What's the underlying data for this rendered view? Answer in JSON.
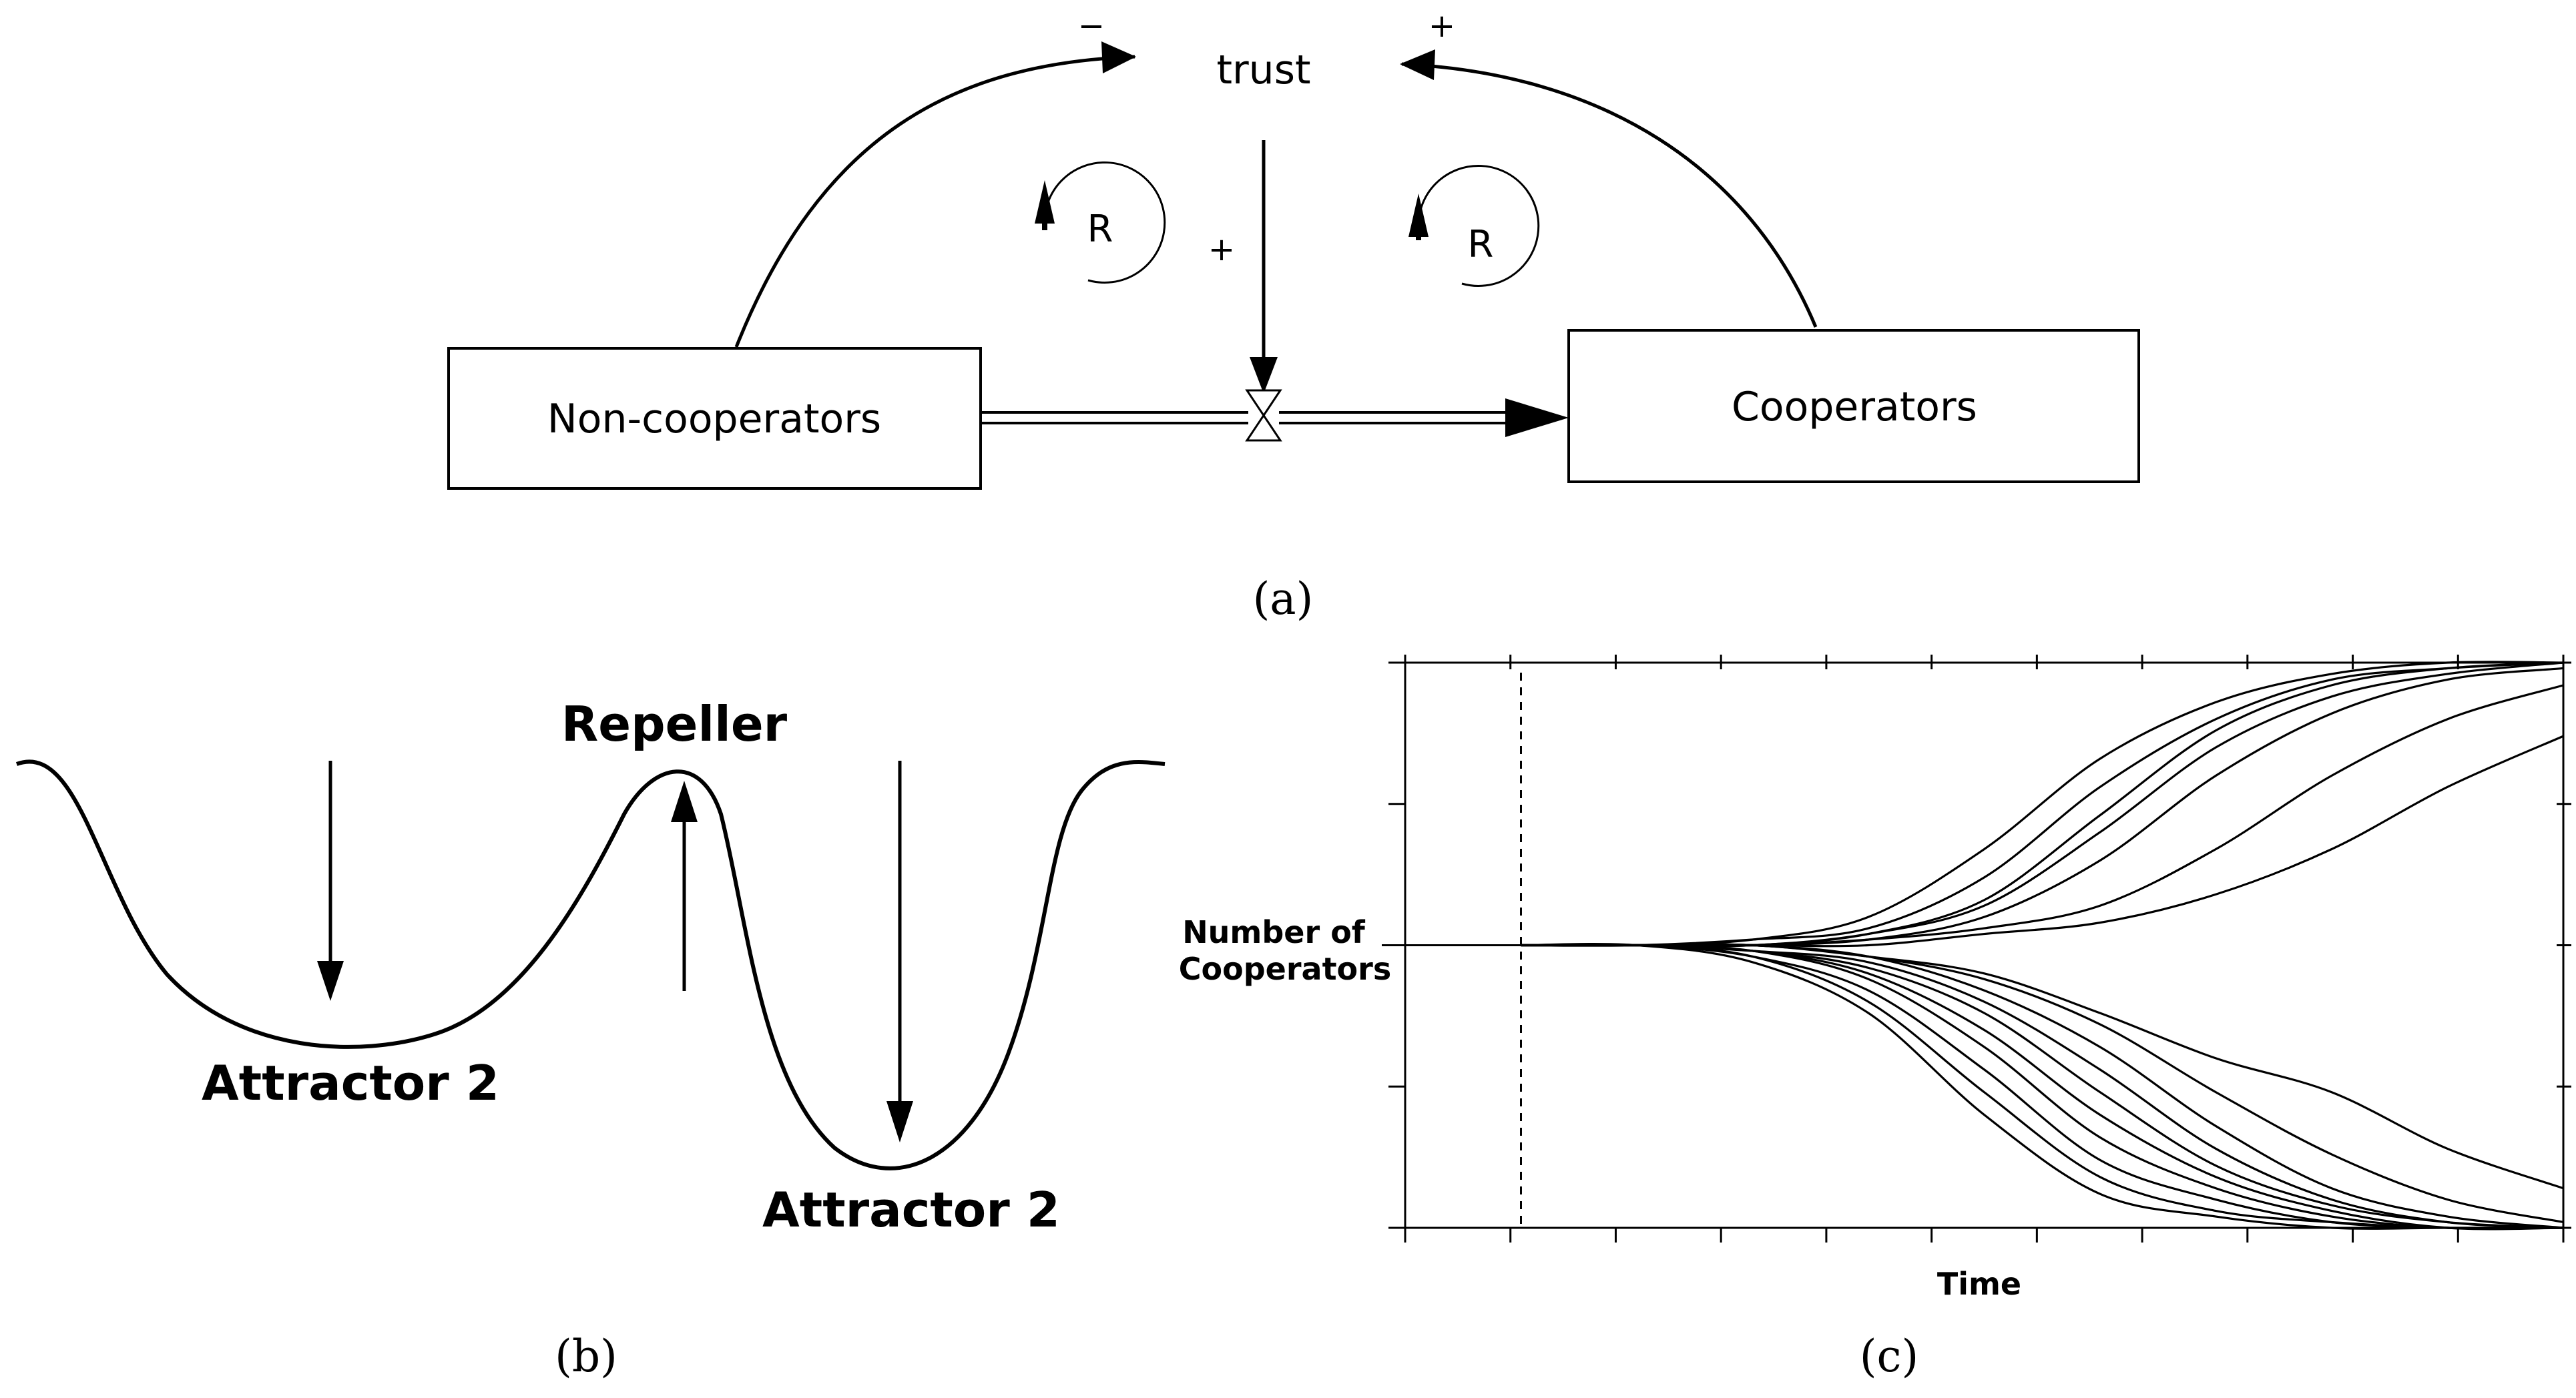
{
  "panel_a": {
    "stock_left": "Non-cooperators",
    "stock_right": "Cooperators",
    "aux_variable": "trust",
    "loop_label_left": "R",
    "loop_label_right": "R",
    "sign_left_link": "−",
    "sign_right_link": "+",
    "sign_flow_link": "+",
    "caption": "(a)"
  },
  "panel_b": {
    "peak_label": "Repeller",
    "left_valley_label": "Attractor 2",
    "right_valley_label": "Attractor 2",
    "caption": "(b)"
  },
  "panel_c": {
    "ylabel_line1": "Number of",
    "ylabel_line2": "Cooperators",
    "xlabel": "Time",
    "caption": "(c)"
  },
  "chart_data": {
    "type": "line",
    "xlabel": "Time",
    "ylabel": "Number of Cooperators",
    "xlim": [
      0,
      100
    ],
    "ylim": [
      0,
      100
    ],
    "grid": false,
    "dashed_vertical_line_x": 10,
    "initial_value": 50,
    "series": [
      {
        "x": [
          10,
          20,
          30,
          40,
          50,
          60,
          70,
          80,
          90,
          100
        ],
        "values": [
          50,
          50,
          51,
          55,
          67,
          83,
          93,
          98,
          100,
          100
        ]
      },
      {
        "x": [
          10,
          20,
          30,
          40,
          50,
          60,
          70,
          80,
          90,
          100
        ],
        "values": [
          50,
          50,
          51,
          53,
          62,
          78,
          90,
          97,
          99,
          100
        ]
      },
      {
        "x": [
          10,
          20,
          30,
          40,
          50,
          60,
          70,
          80,
          90,
          100
        ],
        "values": [
          50,
          50,
          50,
          52,
          58,
          73,
          88,
          96,
          99,
          100
        ]
      },
      {
        "x": [
          10,
          20,
          30,
          40,
          50,
          60,
          70,
          80,
          90,
          100
        ],
        "values": [
          50,
          50,
          50,
          52,
          57,
          70,
          85,
          94,
          98,
          100
        ]
      },
      {
        "x": [
          10,
          20,
          30,
          40,
          50,
          60,
          70,
          80,
          90,
          100
        ],
        "values": [
          50,
          50,
          50,
          51,
          55,
          65,
          80,
          91,
          97,
          99
        ]
      },
      {
        "x": [
          10,
          20,
          30,
          40,
          50,
          60,
          70,
          80,
          90,
          100
        ],
        "values": [
          50,
          50,
          50,
          51,
          53,
          57,
          67,
          80,
          90,
          96
        ]
      },
      {
        "x": [
          10,
          20,
          30,
          40,
          50,
          60,
          70,
          80,
          90,
          100
        ],
        "values": [
          50,
          50,
          50,
          50,
          52,
          54,
          59,
          67,
          78,
          87
        ]
      },
      {
        "x": [
          10,
          20,
          30,
          40,
          50,
          60,
          70,
          80,
          90,
          100
        ],
        "values": [
          50,
          50,
          50,
          48,
          45,
          38,
          30,
          24,
          14,
          7
        ]
      },
      {
        "x": [
          10,
          20,
          30,
          40,
          50,
          60,
          70,
          80,
          90,
          100
        ],
        "values": [
          50,
          50,
          50,
          48,
          44,
          36,
          24,
          13,
          5,
          1
        ]
      },
      {
        "x": [
          10,
          20,
          30,
          40,
          50,
          60,
          70,
          80,
          90,
          100
        ],
        "values": [
          50,
          50,
          50,
          48,
          42,
          32,
          18,
          7,
          2,
          0
        ]
      },
      {
        "x": [
          10,
          20,
          30,
          40,
          50,
          60,
          70,
          80,
          90,
          100
        ],
        "values": [
          50,
          50,
          49,
          47,
          40,
          28,
          14,
          5,
          1,
          0
        ]
      },
      {
        "x": [
          10,
          20,
          30,
          40,
          50,
          60,
          70,
          80,
          90,
          100
        ],
        "values": [
          50,
          50,
          49,
          46,
          38,
          24,
          11,
          4,
          1,
          0
        ]
      },
      {
        "x": [
          10,
          20,
          30,
          40,
          50,
          60,
          70,
          80,
          90,
          100
        ],
        "values": [
          50,
          50,
          49,
          45,
          35,
          20,
          9,
          3,
          0,
          0
        ]
      },
      {
        "x": [
          10,
          20,
          30,
          40,
          50,
          60,
          70,
          80,
          90,
          100
        ],
        "values": [
          50,
          50,
          49,
          44,
          32,
          16,
          7,
          2,
          0,
          0
        ]
      },
      {
        "x": [
          10,
          20,
          30,
          40,
          50,
          60,
          70,
          80,
          90,
          100
        ],
        "values": [
          50,
          50,
          48,
          42,
          28,
          12,
          5,
          1,
          0,
          0
        ]
      },
      {
        "x": [
          10,
          20,
          30,
          40,
          50,
          60,
          70,
          80,
          90,
          100
        ],
        "values": [
          50,
          50,
          48,
          40,
          24,
          9,
          3,
          1,
          0,
          0
        ]
      },
      {
        "x": [
          10,
          20,
          30,
          40,
          50,
          60,
          70,
          80,
          90,
          100
        ],
        "values": [
          50,
          50,
          47,
          38,
          20,
          6,
          2,
          0,
          0,
          0
        ]
      }
    ]
  }
}
